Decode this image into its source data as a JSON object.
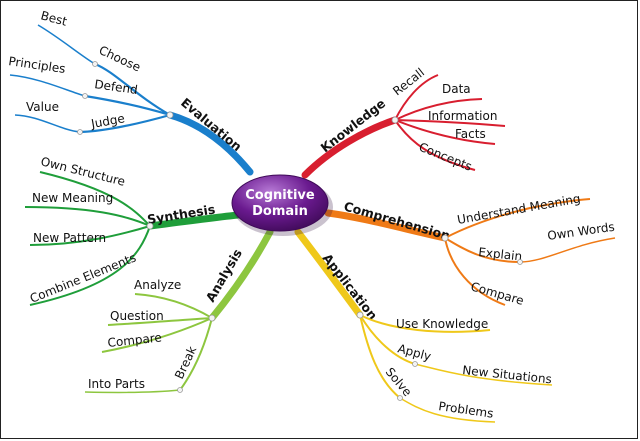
{
  "center": {
    "line1": "Cognitive",
    "line2": "Domain"
  },
  "colors": {
    "evaluation": "#1a7fcc",
    "knowledge": "#d81e2f",
    "comprehension": "#ef7a16",
    "application": "#efc81a",
    "analysis": "#8dc63f",
    "synthesis": "#1f9e3a",
    "center_fill": "#6a1a8f"
  },
  "branches": {
    "evaluation": {
      "label": "Evaluation",
      "children": [
        "Choose",
        "Defend",
        "Judge"
      ],
      "grandchildren": {
        "choose": "Best",
        "defend": "Principles",
        "judge": "Value"
      }
    },
    "knowledge": {
      "label": "Knowledge",
      "children": [
        "Recall",
        "Data",
        "Information",
        "Facts",
        "Concepts"
      ]
    },
    "comprehension": {
      "label": "Comprehension",
      "children": [
        "Understand Meaning",
        "Explain",
        "Compare"
      ],
      "grandchildren": {
        "explain": "Own Words"
      }
    },
    "application": {
      "label": "Application",
      "children": [
        "Use Knowledge",
        "Apply",
        "Solve"
      ],
      "grandchildren": {
        "apply": "New Situations",
        "solve": "Problems"
      }
    },
    "analysis": {
      "label": "Analysis",
      "children": [
        "Analyze",
        "Question",
        "Compare",
        "Break"
      ],
      "grandchildren": {
        "break": "Into Parts"
      }
    },
    "synthesis": {
      "label": "Synthesis",
      "children": [
        "Own Structure",
        "New Meaning",
        "New Pattern",
        "Combine Elements"
      ]
    }
  }
}
